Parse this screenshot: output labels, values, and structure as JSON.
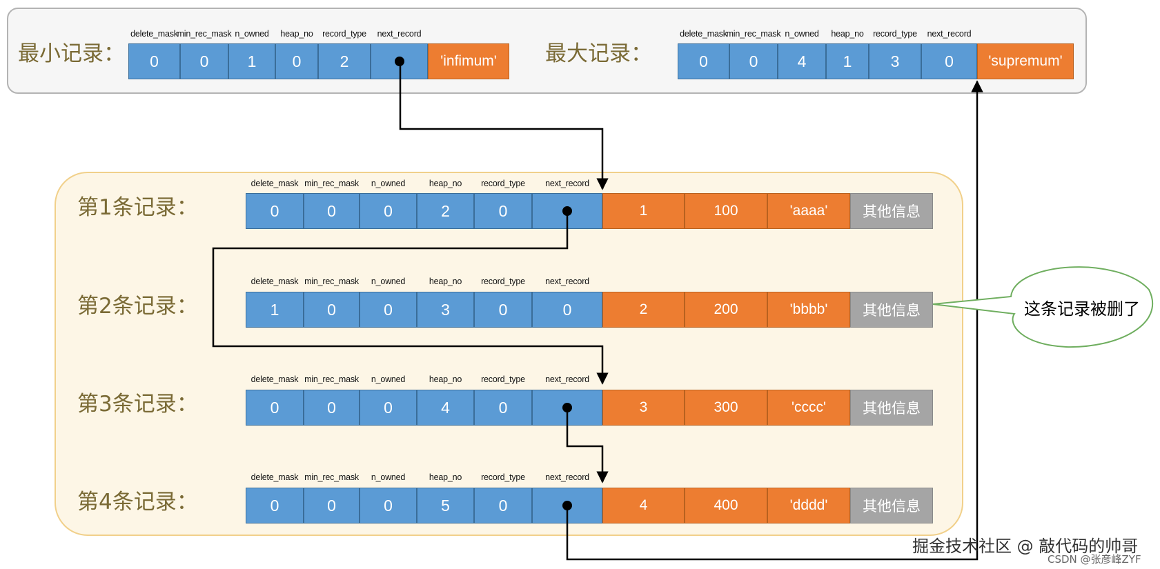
{
  "header_labels": [
    "delete_mask",
    "min_rec_mask",
    "n_owned",
    "heap_no",
    "record_type",
    "next_record"
  ],
  "min_record": {
    "label": "最小记录：",
    "values": [
      "0",
      "0",
      "1",
      "0",
      "2",
      ""
    ],
    "data": "'infimum'"
  },
  "max_record": {
    "label": "最大记录：",
    "values": [
      "0",
      "0",
      "4",
      "1",
      "3",
      "0"
    ],
    "data": "'supremum'"
  },
  "records": [
    {
      "label": "第1条记录：",
      "values": [
        "0",
        "0",
        "0",
        "2",
        "0",
        ""
      ],
      "data": [
        "1",
        "100",
        "'aaaa'",
        "其他信息"
      ]
    },
    {
      "label": "第2条记录：",
      "values": [
        "1",
        "0",
        "0",
        "3",
        "0",
        "0"
      ],
      "data": [
        "2",
        "200",
        "'bbbb'",
        "其他信息"
      ]
    },
    {
      "label": "第3条记录：",
      "values": [
        "0",
        "0",
        "0",
        "4",
        "0",
        ""
      ],
      "data": [
        "3",
        "300",
        "'cccc'",
        "其他信息"
      ]
    },
    {
      "label": "第4条记录：",
      "values": [
        "0",
        "0",
        "0",
        "5",
        "0",
        ""
      ],
      "data": [
        "4",
        "400",
        "'dddd'",
        "其他信息"
      ]
    }
  ],
  "callout": "这条记录被删了",
  "watermark": "掘金技术社区 @ 敲代码的帅哥",
  "watermark_sub": "CSDN @张彦峰ZYF",
  "colors": {
    "field_blue": "#5b9bd5",
    "data_orange": "#ed7d31",
    "info_gray": "#a5a5a5",
    "label_olive": "#7a6a35"
  }
}
